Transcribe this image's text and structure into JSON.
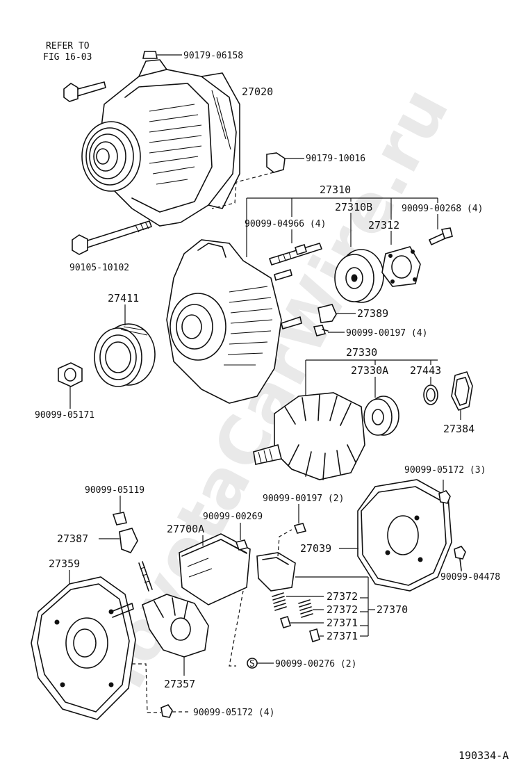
{
  "watermark": "ToyotaCarWire.ru",
  "note": {
    "line1": "REFER TO",
    "line2": "FIG 16-03"
  },
  "figure_id": "190334-A",
  "labels": {
    "bolt_90179_06158": "90179-06158",
    "alternator_27020": "27020",
    "nut_90179_10016": "90179-10016",
    "bolt_90105_10102": "90105-10102",
    "frame_27310": "27310",
    "bearing_27310b": "27310B",
    "screw_90099_00268": "90099-00268 (4)",
    "stud_90099_04966": "90099-04966 (4)",
    "retainer_27312": "27312",
    "pulley_27411": "27411",
    "insulator_27389": "27389",
    "screw_90099_00197_4": "90099-00197 (4)",
    "rotor_27330": "27330",
    "bearing_27330a": "27330A",
    "cover_27443": "27443",
    "ring_27384": "27384",
    "nut_90099_05171": "90099-05171",
    "screw_90099_05172_3": "90099-05172 (3)",
    "screw_90099_05119": "90099-05119",
    "screw_90099_00197_2": "90099-00197 (2)",
    "screw_90099_00269": "90099-00269",
    "terminal_27387": "27387",
    "regulator_27700a": "27700A",
    "cover_27039": "27039",
    "screw_90099_04478": "90099-04478",
    "frame_27359": "27359",
    "spring_27372_a": "27372",
    "spring_27372_b": "27372",
    "holder_27370": "27370",
    "brush_27371_a": "27371",
    "brush_27371_b": "27371",
    "rectifier_27357": "27357",
    "screw_90099_00276": "90099-00276 (2)",
    "screw_90099_05172_4": "90099-05172 (4)"
  }
}
